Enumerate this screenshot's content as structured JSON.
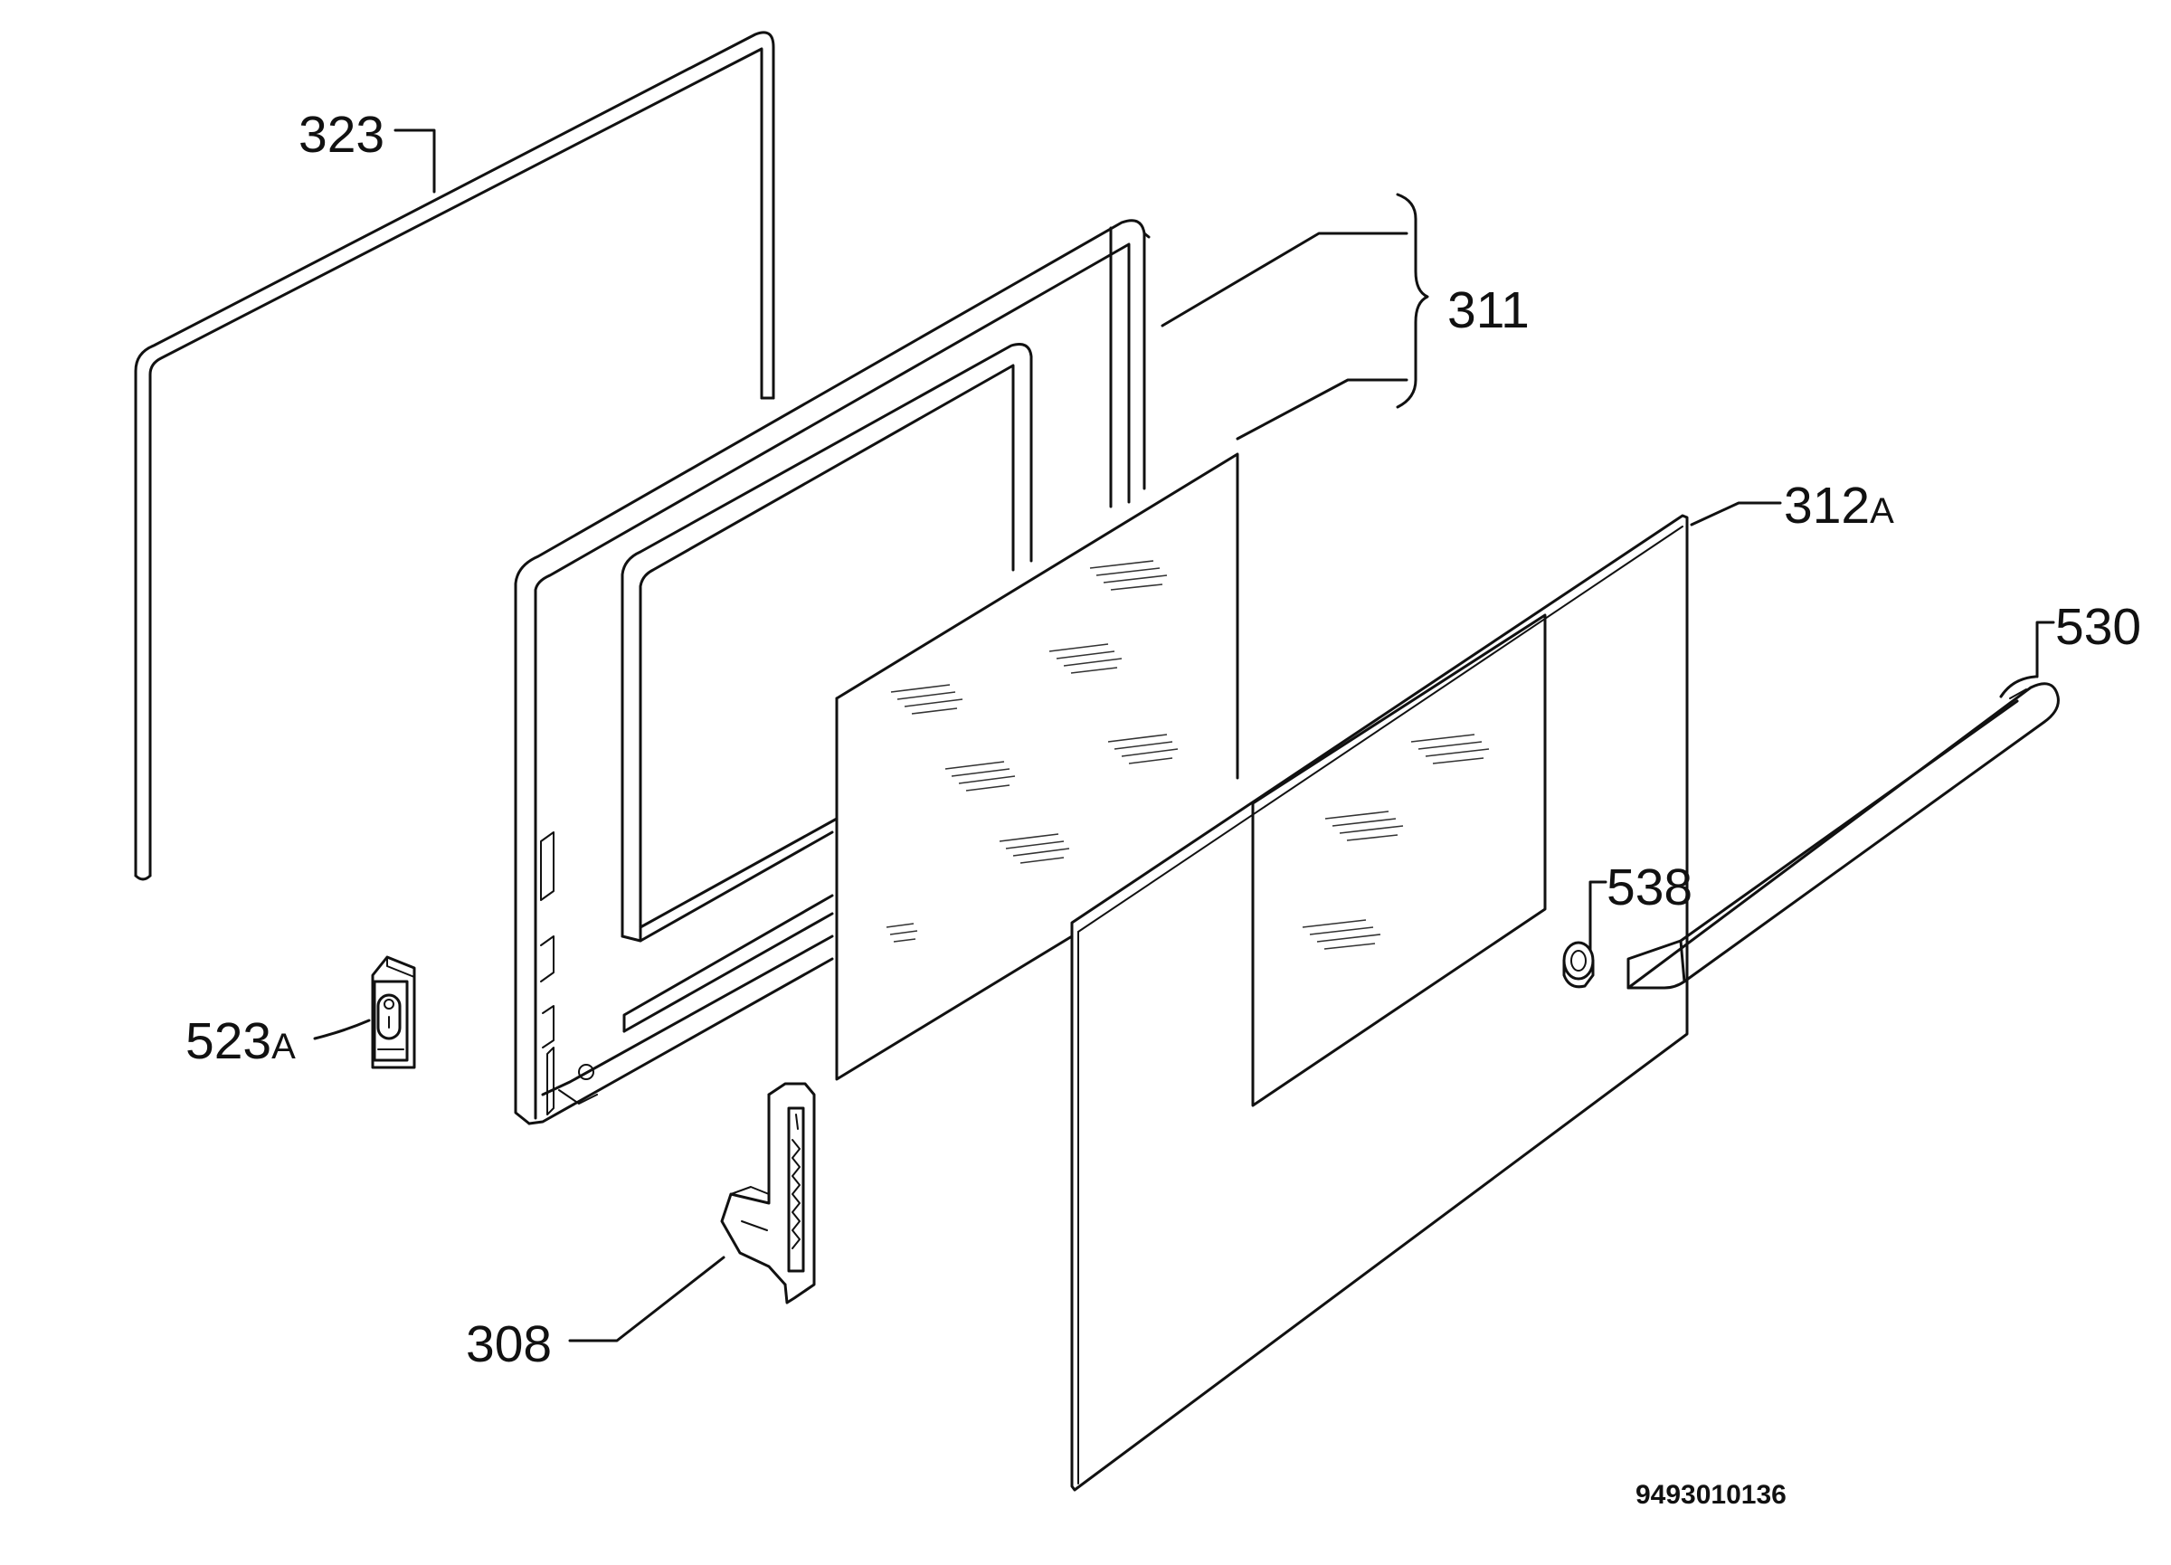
{
  "labels": {
    "p323": {
      "num": "323",
      "suffix": ""
    },
    "p311": {
      "num": "311",
      "suffix": ""
    },
    "p312a": {
      "num": "312",
      "suffix": "A"
    },
    "p530": {
      "num": "530",
      "suffix": ""
    },
    "p538": {
      "num": "538",
      "suffix": ""
    },
    "p523a": {
      "num": "523",
      "suffix": "A"
    },
    "p308": {
      "num": "308",
      "suffix": ""
    }
  },
  "document_id": "9493010136"
}
